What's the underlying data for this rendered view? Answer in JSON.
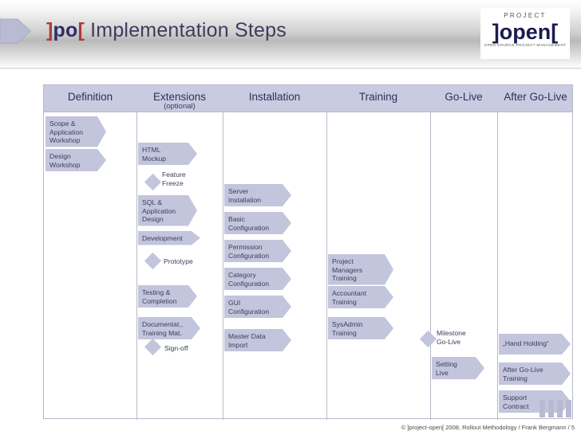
{
  "header": {
    "title_bracket_left": "]",
    "title_po": "po",
    "title_bracket_right": "[",
    "title_rest": " Implementation Steps",
    "logo_top": "PROJECT",
    "logo_main": "]open[",
    "logo_sub": "OPEN SOURCE PROJECT MANAGEMENT"
  },
  "chart_data": {
    "type": "table",
    "title": "]po[ Implementation Steps",
    "columns": [
      {
        "label": "Definition",
        "sub": ""
      },
      {
        "label": "Extensions",
        "sub": "(optional)"
      },
      {
        "label": "Installation",
        "sub": ""
      },
      {
        "label": "Training",
        "sub": ""
      },
      {
        "label": "Go-Live",
        "sub": ""
      },
      {
        "label": "After Go-Live",
        "sub": ""
      }
    ],
    "items": [
      {
        "col": 0,
        "type": "chevron",
        "label": "Scope &\nApplication\nWorkshop"
      },
      {
        "col": 0,
        "type": "chevron",
        "label": "Design\nWorkshop"
      },
      {
        "col": 1,
        "type": "chevron",
        "label": "HTML\nMockup"
      },
      {
        "col": 1,
        "type": "milestone",
        "label": "Feature\nFreeze"
      },
      {
        "col": 1,
        "type": "chevron",
        "label": "SQL &\nApplication\nDesign"
      },
      {
        "col": 1,
        "type": "chevron",
        "label": "Development"
      },
      {
        "col": 1,
        "type": "milestone",
        "label": "Prototype"
      },
      {
        "col": 1,
        "type": "chevron",
        "label": "Testing &\nCompletion"
      },
      {
        "col": 1,
        "type": "chevron",
        "label": "Documentat.,\nTraining Mat."
      },
      {
        "col": 1,
        "type": "milestone",
        "label": "Sign-off"
      },
      {
        "col": 2,
        "type": "chevron",
        "label": "Server\nInstallation"
      },
      {
        "col": 2,
        "type": "chevron",
        "label": "Basic\nConfiguration"
      },
      {
        "col": 2,
        "type": "chevron",
        "label": "Permission\nConfiguration"
      },
      {
        "col": 2,
        "type": "chevron",
        "label": "Category\nConfiguration"
      },
      {
        "col": 2,
        "type": "chevron",
        "label": "GUI\nConfiguration"
      },
      {
        "col": 2,
        "type": "chevron",
        "label": "Master Data\nImport"
      },
      {
        "col": 3,
        "type": "chevron",
        "label": "Project\nManagers\nTraining"
      },
      {
        "col": 3,
        "type": "chevron",
        "label": "Accountant\nTraining"
      },
      {
        "col": 3,
        "type": "chevron",
        "label": "SysAdmin\nTraining"
      },
      {
        "col": 4,
        "type": "milestone",
        "label": "Milestone\nGo-Live"
      },
      {
        "col": 4,
        "type": "chevron",
        "label": "Setting\nLive"
      },
      {
        "col": 5,
        "type": "chevron",
        "label": "„Hand Holding“"
      },
      {
        "col": 5,
        "type": "chevron",
        "label": "After Go-Live\nTraining"
      },
      {
        "col": 5,
        "type": "chevron",
        "label": "Support\nContract"
      }
    ]
  },
  "labels": {
    "scope_workshop": "Scope &\nApplication\nWorkshop",
    "design_workshop": "Design\nWorkshop",
    "html_mockup": "HTML\nMockup",
    "feature_freeze": "Feature\nFreeze",
    "sql_app_design": "SQL &\nApplication\nDesign",
    "development": "Development",
    "prototype": "Prototype",
    "testing_completion": "Testing &\nCompletion",
    "documentation": "Documentat.,\nTraining Mat.",
    "signoff": "Sign-off",
    "server_installation": "Server\nInstallation",
    "basic_configuration": "Basic\nConfiguration",
    "permission_configuration": "Permission\nConfiguration",
    "category_configuration": "Category\nConfiguration",
    "gui_configuration": "GUI\nConfiguration",
    "master_data_import": "Master Data\nImport",
    "pm_training": "Project\nManagers\nTraining",
    "accountant_training": "Accountant\nTraining",
    "sysadmin_training": "SysAdmin\nTraining",
    "milestone_golive": "Milestone\nGo-Live",
    "setting_live": "Setting\nLive",
    "hand_holding": "„Hand Holding“",
    "after_golive_training": "After Go-Live\nTraining",
    "support_contract": "Support\nContract"
  },
  "footer": {
    "text": "©  ]project-open[  2008, Rollout Methodology / Frank Bergmann / 5"
  }
}
